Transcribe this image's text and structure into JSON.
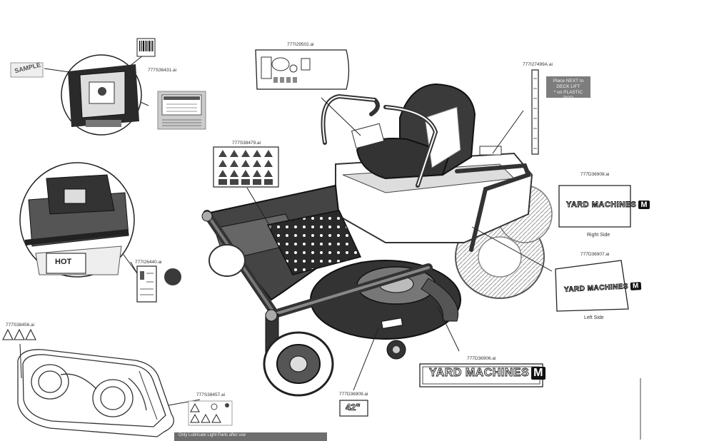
{
  "parts": [
    {
      "id": "top_decal",
      "label": "777I29502.ai"
    },
    {
      "id": "seat_strip",
      "label": "777I27499A.ai"
    },
    {
      "id": "seat_box",
      "label": "777S36431.ai"
    },
    {
      "id": "safety",
      "label": "777S38479.ai"
    },
    {
      "id": "right_side",
      "label": "777D36908.ai",
      "caption": "Right Side"
    },
    {
      "id": "left_side",
      "label": "777D36907.ai",
      "caption": "Left Side"
    },
    {
      "id": "frame_small",
      "label": "777I26440.ai"
    },
    {
      "id": "deck_warn",
      "label": "777S38456.ai"
    },
    {
      "id": "deck_right",
      "label": "777S38457.ai"
    },
    {
      "id": "rear_brand",
      "label": "777D36906.ai"
    },
    {
      "id": "deck_size",
      "label": "777D36909.ai"
    }
  ],
  "place_note": [
    "Place NEXT to DECK LIFT",
    "* on PLASTIC POD"
  ],
  "brand_text": "YARD MACHINES",
  "brand_badge": "M",
  "deck_size_text": "42\"",
  "inset_sample": "SAMPLE",
  "inset_hot": "HOT",
  "bottom_note": "Only Lubricate Light Parts after use"
}
